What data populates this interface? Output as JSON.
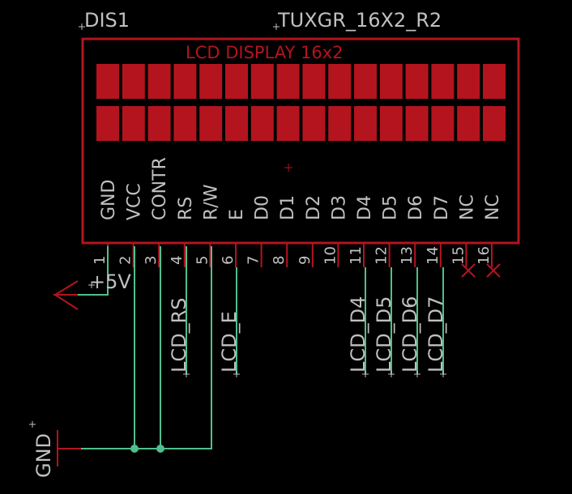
{
  "part": {
    "name": "DIS1",
    "value": "TUXGR_16X2_R2",
    "title": "LCD DISPLAY 16x2"
  },
  "pins": [
    {
      "num": "1",
      "label": "GND",
      "net": "+5V"
    },
    {
      "num": "2",
      "label": "VCC",
      "net": ""
    },
    {
      "num": "3",
      "label": "CONTR",
      "net": ""
    },
    {
      "num": "4",
      "label": "RS",
      "net": "LCD_RS"
    },
    {
      "num": "5",
      "label": "R/W",
      "net": ""
    },
    {
      "num": "6",
      "label": "E",
      "net": "LCD_E"
    },
    {
      "num": "7",
      "label": "D0",
      "net": ""
    },
    {
      "num": "8",
      "label": "D1",
      "net": ""
    },
    {
      "num": "9",
      "label": "D2",
      "net": ""
    },
    {
      "num": "10",
      "label": "D3",
      "net": ""
    },
    {
      "num": "11",
      "label": "D4",
      "net": "LCD_D4"
    },
    {
      "num": "12",
      "label": "D5",
      "net": "LCD_D5"
    },
    {
      "num": "13",
      "label": "D6",
      "net": "LCD_D6"
    },
    {
      "num": "14",
      "label": "D7",
      "net": "LCD_D7"
    },
    {
      "num": "15",
      "label": "NC",
      "net": ""
    },
    {
      "num": "16",
      "label": "NC",
      "net": ""
    }
  ],
  "net_labels": {
    "plus5v": "+5V",
    "gnd": "GND",
    "lcd_rs": "LCD_RS",
    "lcd_e": "LCD_E",
    "lcd_d4": "LCD_D4",
    "lcd_d5": "LCD_D5",
    "lcd_d6": "LCD_D6",
    "lcd_d7": "LCD_D7"
  },
  "colors": {
    "background": "#000000",
    "symbol": "#b4141e",
    "wire": "#4fbf8c",
    "text": "#c0c0c0",
    "junction": "#4fbf8c"
  }
}
